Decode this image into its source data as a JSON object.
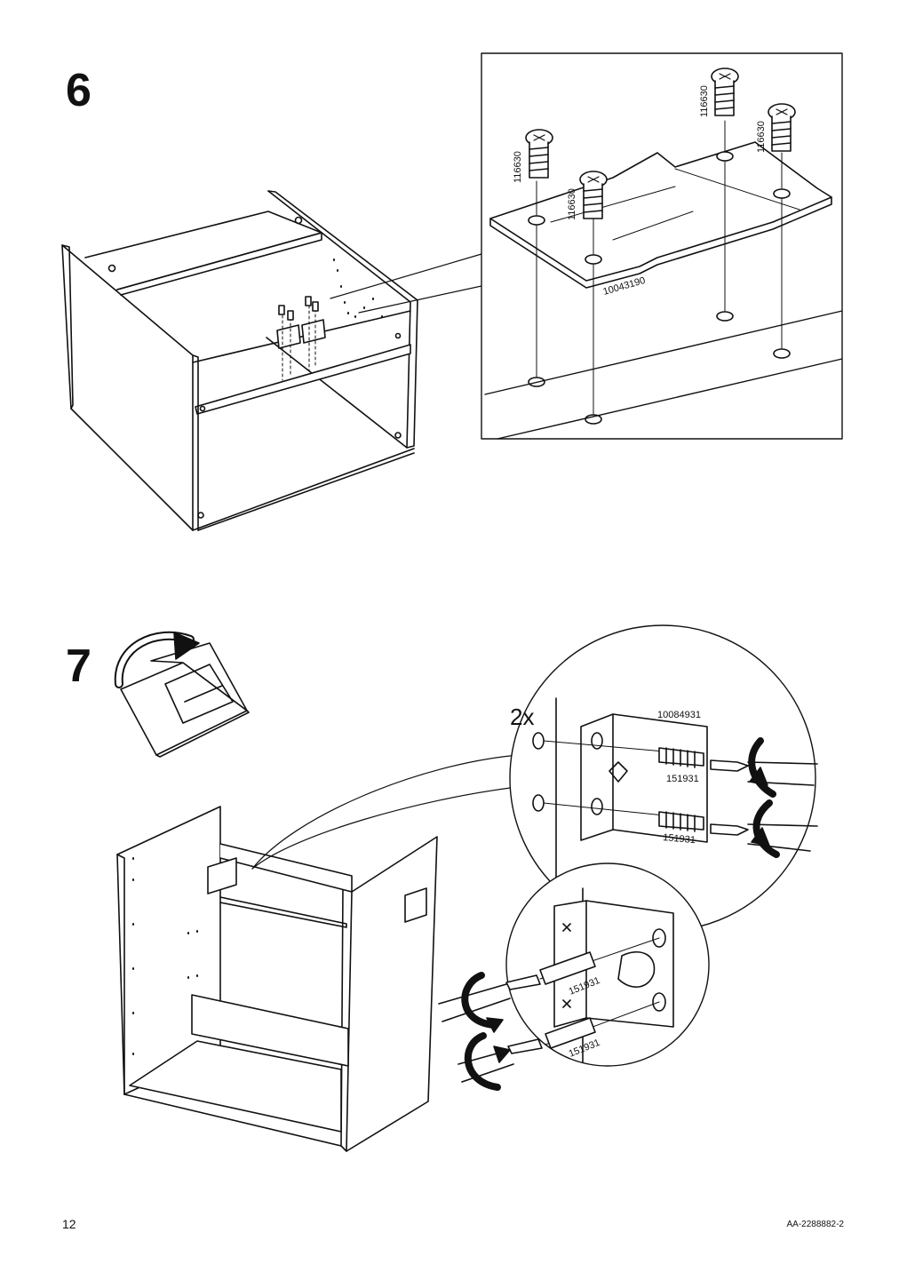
{
  "steps": [
    {
      "number": "6",
      "parts": {
        "plate": "10043190",
        "screw": "116630"
      }
    },
    {
      "number": "7",
      "quantity": "2x",
      "parts": {
        "bracket": "10084931",
        "screw": "151931"
      }
    }
  ],
  "footer": {
    "page_number": "12",
    "doc_code": "AA-2288882-2"
  }
}
